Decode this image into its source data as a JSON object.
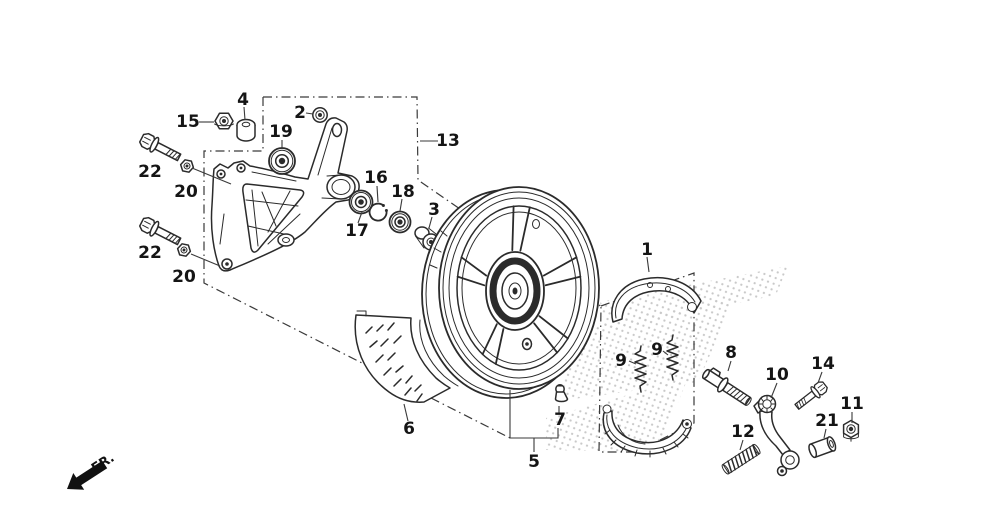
{
  "diagram": {
    "direction_label": "FR.",
    "colors": {
      "line": "#2b2b2b",
      "label": "#151515",
      "watermark_dot": "#c9c9c9",
      "background": "#ffffff"
    },
    "callouts": [
      {
        "label": "4"
      },
      {
        "label": "15"
      },
      {
        "label": "2"
      },
      {
        "label": "19"
      },
      {
        "label": "13"
      },
      {
        "label": "22"
      },
      {
        "label": "20"
      },
      {
        "label": "16"
      },
      {
        "label": "18"
      },
      {
        "label": "17"
      },
      {
        "label": "3"
      },
      {
        "label": "22"
      },
      {
        "label": "20"
      },
      {
        "label": "1"
      },
      {
        "label": "9"
      },
      {
        "label": "9"
      },
      {
        "label": "8"
      },
      {
        "label": "14"
      },
      {
        "label": "10"
      },
      {
        "label": "11"
      },
      {
        "label": "21"
      },
      {
        "label": "12"
      },
      {
        "label": "7"
      },
      {
        "label": "5"
      },
      {
        "label": "6"
      }
    ]
  }
}
